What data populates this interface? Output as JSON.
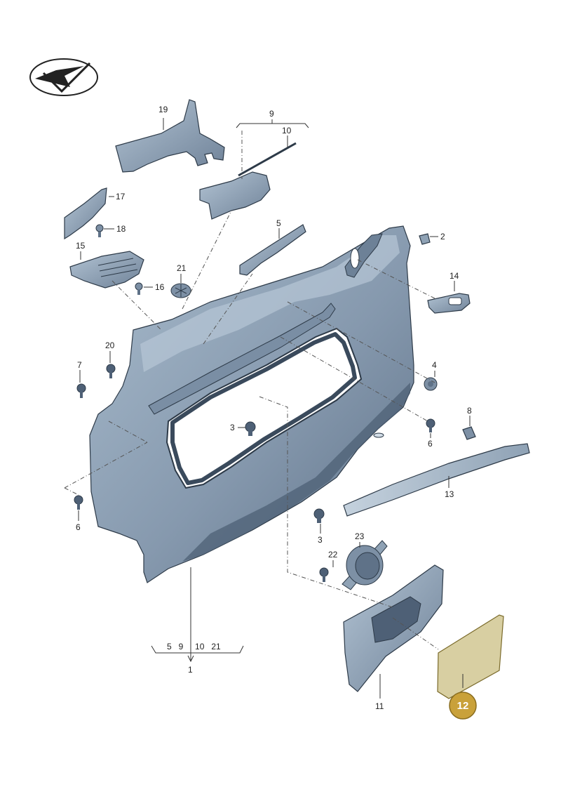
{
  "colors": {
    "panel_light": "#9aadc0",
    "panel_mid": "#7f93a8",
    "panel_dark": "#5f7288",
    "outline": "#2d3a48",
    "highlight_fill": "#c9a13a",
    "highlight_part": "#d8cfa2",
    "background": "#ffffff"
  },
  "logo": {
    "icon": "check-mark-logo-icon"
  },
  "callouts": [
    {
      "id": "19",
      "text": "19"
    },
    {
      "id": "9",
      "text": "9"
    },
    {
      "id": "10",
      "text": "10"
    },
    {
      "id": "17",
      "text": "17"
    },
    {
      "id": "18",
      "text": "18"
    },
    {
      "id": "15",
      "text": "15"
    },
    {
      "id": "21",
      "text": "21"
    },
    {
      "id": "16",
      "text": "16"
    },
    {
      "id": "5",
      "text": "5"
    },
    {
      "id": "2",
      "text": "2"
    },
    {
      "id": "14",
      "text": "14"
    },
    {
      "id": "20",
      "text": "20"
    },
    {
      "id": "7",
      "text": "7"
    },
    {
      "id": "4",
      "text": "4"
    },
    {
      "id": "3a",
      "text": "3"
    },
    {
      "id": "8",
      "text": "8"
    },
    {
      "id": "6a",
      "text": "6"
    },
    {
      "id": "13",
      "text": "13"
    },
    {
      "id": "6b",
      "text": "6"
    },
    {
      "id": "3b",
      "text": "3"
    },
    {
      "id": "23",
      "text": "23"
    },
    {
      "id": "22",
      "text": "22"
    },
    {
      "id": "1",
      "text": "1"
    },
    {
      "id": "11",
      "text": "11"
    }
  ],
  "group_label": {
    "items": "5   9     10   21"
  },
  "highlight": {
    "text": "12"
  }
}
